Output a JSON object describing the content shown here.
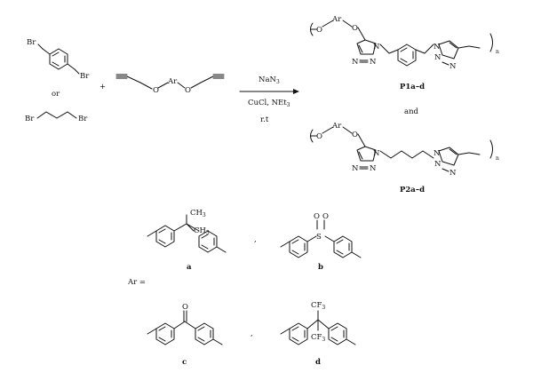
{
  "atoms": {
    "br": "Br",
    "o": "O",
    "ar": "Ar",
    "n": "N",
    "s": "S",
    "ch3": "CH",
    "cf3": "CF",
    "sub3": "3",
    "n_subscript": "n"
  },
  "reaction": {
    "or_label": "or",
    "plus": "+",
    "reagent_line1": "NaN",
    "reagent_line1_sub": "3",
    "reagent_line2": "CuCl, NEt",
    "reagent_line2_sub": "3",
    "reagent_line3": "r.t"
  },
  "products": {
    "p1_label": "P1a–d",
    "and_label": "and",
    "p2_label": "P2a–d"
  },
  "ar_definition": {
    "ar_equals": "Ar =",
    "comma": ",",
    "labels": [
      "a",
      "b",
      "c",
      "d"
    ]
  }
}
